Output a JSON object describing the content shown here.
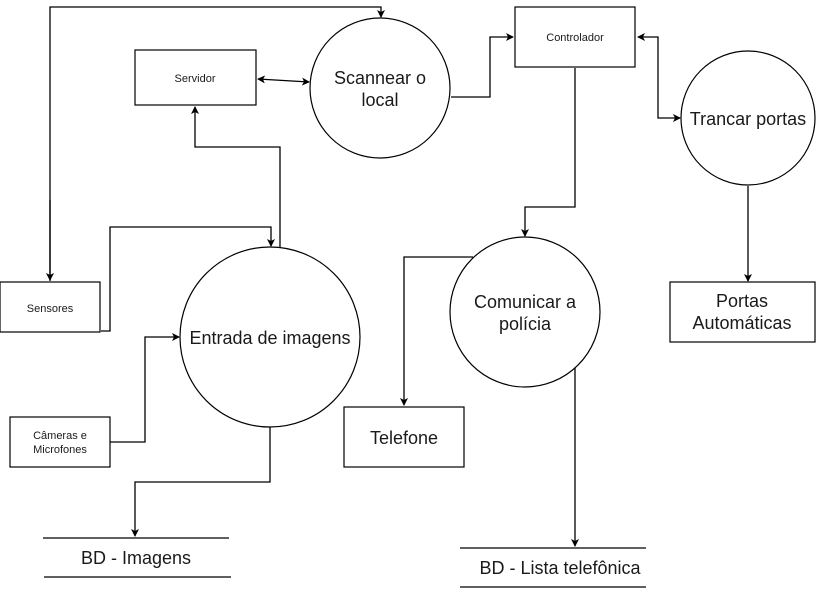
{
  "diagram": {
    "type": "data-flow-diagram",
    "colors": {
      "stroke": "#000000",
      "fill": "#ffffff",
      "text": "#1a1a1a"
    },
    "entities": {
      "servidor": "Servidor",
      "controlador": "Controlador",
      "sensores": "Sensores",
      "cameras": [
        "Câmeras e",
        "Microfones"
      ],
      "telefone": "Telefone",
      "portas": [
        "Portas",
        "Automáticas"
      ]
    },
    "processes": {
      "scannear": [
        "Scannear o",
        "local"
      ],
      "trancar": [
        "Trancar portas"
      ],
      "entrada": [
        "Entrada de imagens"
      ],
      "comunicar": [
        "Comunicar a",
        "polícia"
      ]
    },
    "stores": {
      "imagens": "BD - Imagens",
      "lista": "BD - Lista telefônica"
    },
    "edges": [
      {
        "from": "Sensores",
        "to": "Scannear o local",
        "bidirectional": false
      },
      {
        "from": "Servidor",
        "to": "Scannear o local",
        "bidirectional": true
      },
      {
        "from": "Scannear o local",
        "to": "Controlador",
        "bidirectional": false
      },
      {
        "from": "Controlador",
        "to": "Trancar portas",
        "bidirectional": true
      },
      {
        "from": "Trancar portas",
        "to": "Portas Automáticas",
        "bidirectional": false
      },
      {
        "from": "Controlador",
        "to": "Comunicar a polícia",
        "bidirectional": false
      },
      {
        "from": "Comunicar a polícia",
        "to": "Telefone",
        "bidirectional": false
      },
      {
        "from": "Comunicar a polícia",
        "to": "BD - Lista telefônica",
        "bidirectional": false
      },
      {
        "from": "Sensores",
        "to": "Entrada de imagens",
        "bidirectional": false
      },
      {
        "from": "Câmeras e Microfones",
        "to": "Entrada de imagens",
        "bidirectional": false
      },
      {
        "from": "Entrada de imagens",
        "to": "Servidor",
        "bidirectional": false
      },
      {
        "from": "Entrada de imagens",
        "to": "BD - Imagens",
        "bidirectional": false
      }
    ]
  }
}
